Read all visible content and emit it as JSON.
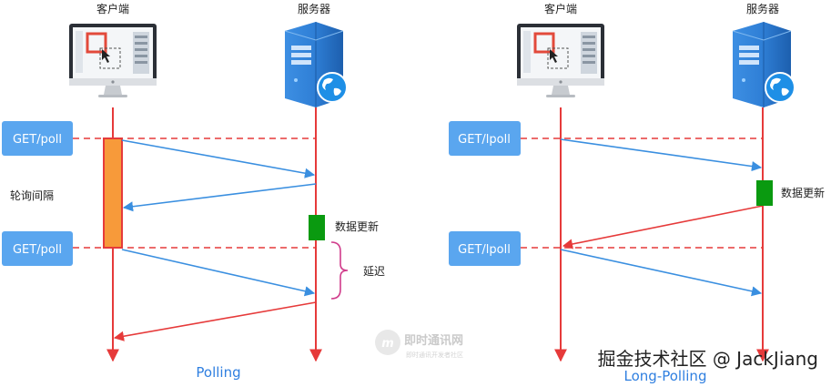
{
  "colors": {
    "timeline": "#e63a3a",
    "request_arrow": "#3a8fe0",
    "label_box": "#5aa6ef",
    "interval_box": "#f79a3a",
    "update_box": "#0a9a10",
    "brace": "#d03a8a",
    "title": "#2f7fe0"
  },
  "polling": {
    "client_label": "客户端",
    "server_label": "服务器",
    "request_label_1": "GET/poll",
    "request_label_2": "GET/poll",
    "interval_label": "轮询间隔",
    "update_label": "数据更新",
    "delay_label": "延迟",
    "title": "Polling"
  },
  "long_polling": {
    "client_label": "客户端",
    "server_label": "服务器",
    "request_label_1": "GET/lpoll",
    "request_label_2": "GET/lpoll",
    "update_label": "数据更新",
    "title": "Long-Polling"
  },
  "watermark": {
    "main_text": "即时通讯网",
    "sub_text": "即时通讯开发者社区"
  },
  "credit": "掘金技术社区 @ JackJiang",
  "icons": {
    "client": "monitor-icon",
    "server": "server-globe-icon"
  }
}
